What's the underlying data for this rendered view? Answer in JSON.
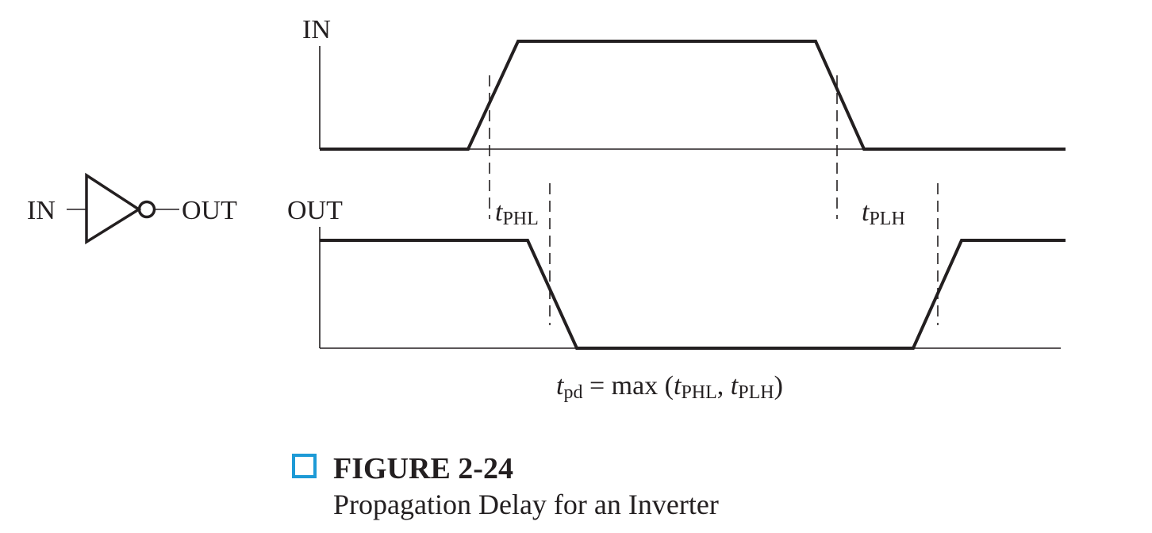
{
  "gate": {
    "input_label": "IN",
    "output_label": "OUT"
  },
  "waveforms": {
    "in_label": "IN",
    "out_label": "OUT"
  },
  "delays": {
    "phl": {
      "symbol": "t",
      "subscript": "PHL"
    },
    "plh": {
      "symbol": "t",
      "subscript": "PLH"
    }
  },
  "equation": {
    "lhs_symbol": "t",
    "lhs_subscript": "pd",
    "middle": " = max (",
    "arg1_symbol": "t",
    "arg1_subscript": "PHL",
    "comma": ", ",
    "arg2_symbol": "t",
    "arg2_subscript": "PLH",
    "close": ")"
  },
  "caption": {
    "figure_number": "FIGURE 2-24",
    "title": "Propagation Delay for an Inverter",
    "marker_color": "#1d9ad6"
  }
}
